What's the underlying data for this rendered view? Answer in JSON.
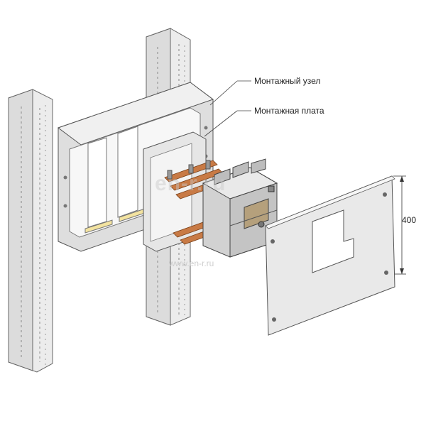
{
  "labels": {
    "mounting_assembly": "Монтажный узел",
    "mounting_plate": "Монтажная плата"
  },
  "dimension": {
    "height": "400"
  },
  "watermark": {
    "logo": "en-r.ru",
    "url": "www.en-r.ru"
  },
  "colors": {
    "outline": "#555555",
    "panel_fill": "#e9e9e9",
    "frame_fill": "#d8d8d8",
    "copper_bar": "#c87a45",
    "breaker_fill": "#d2d2d2",
    "breaker_label": "#b5a07c"
  }
}
